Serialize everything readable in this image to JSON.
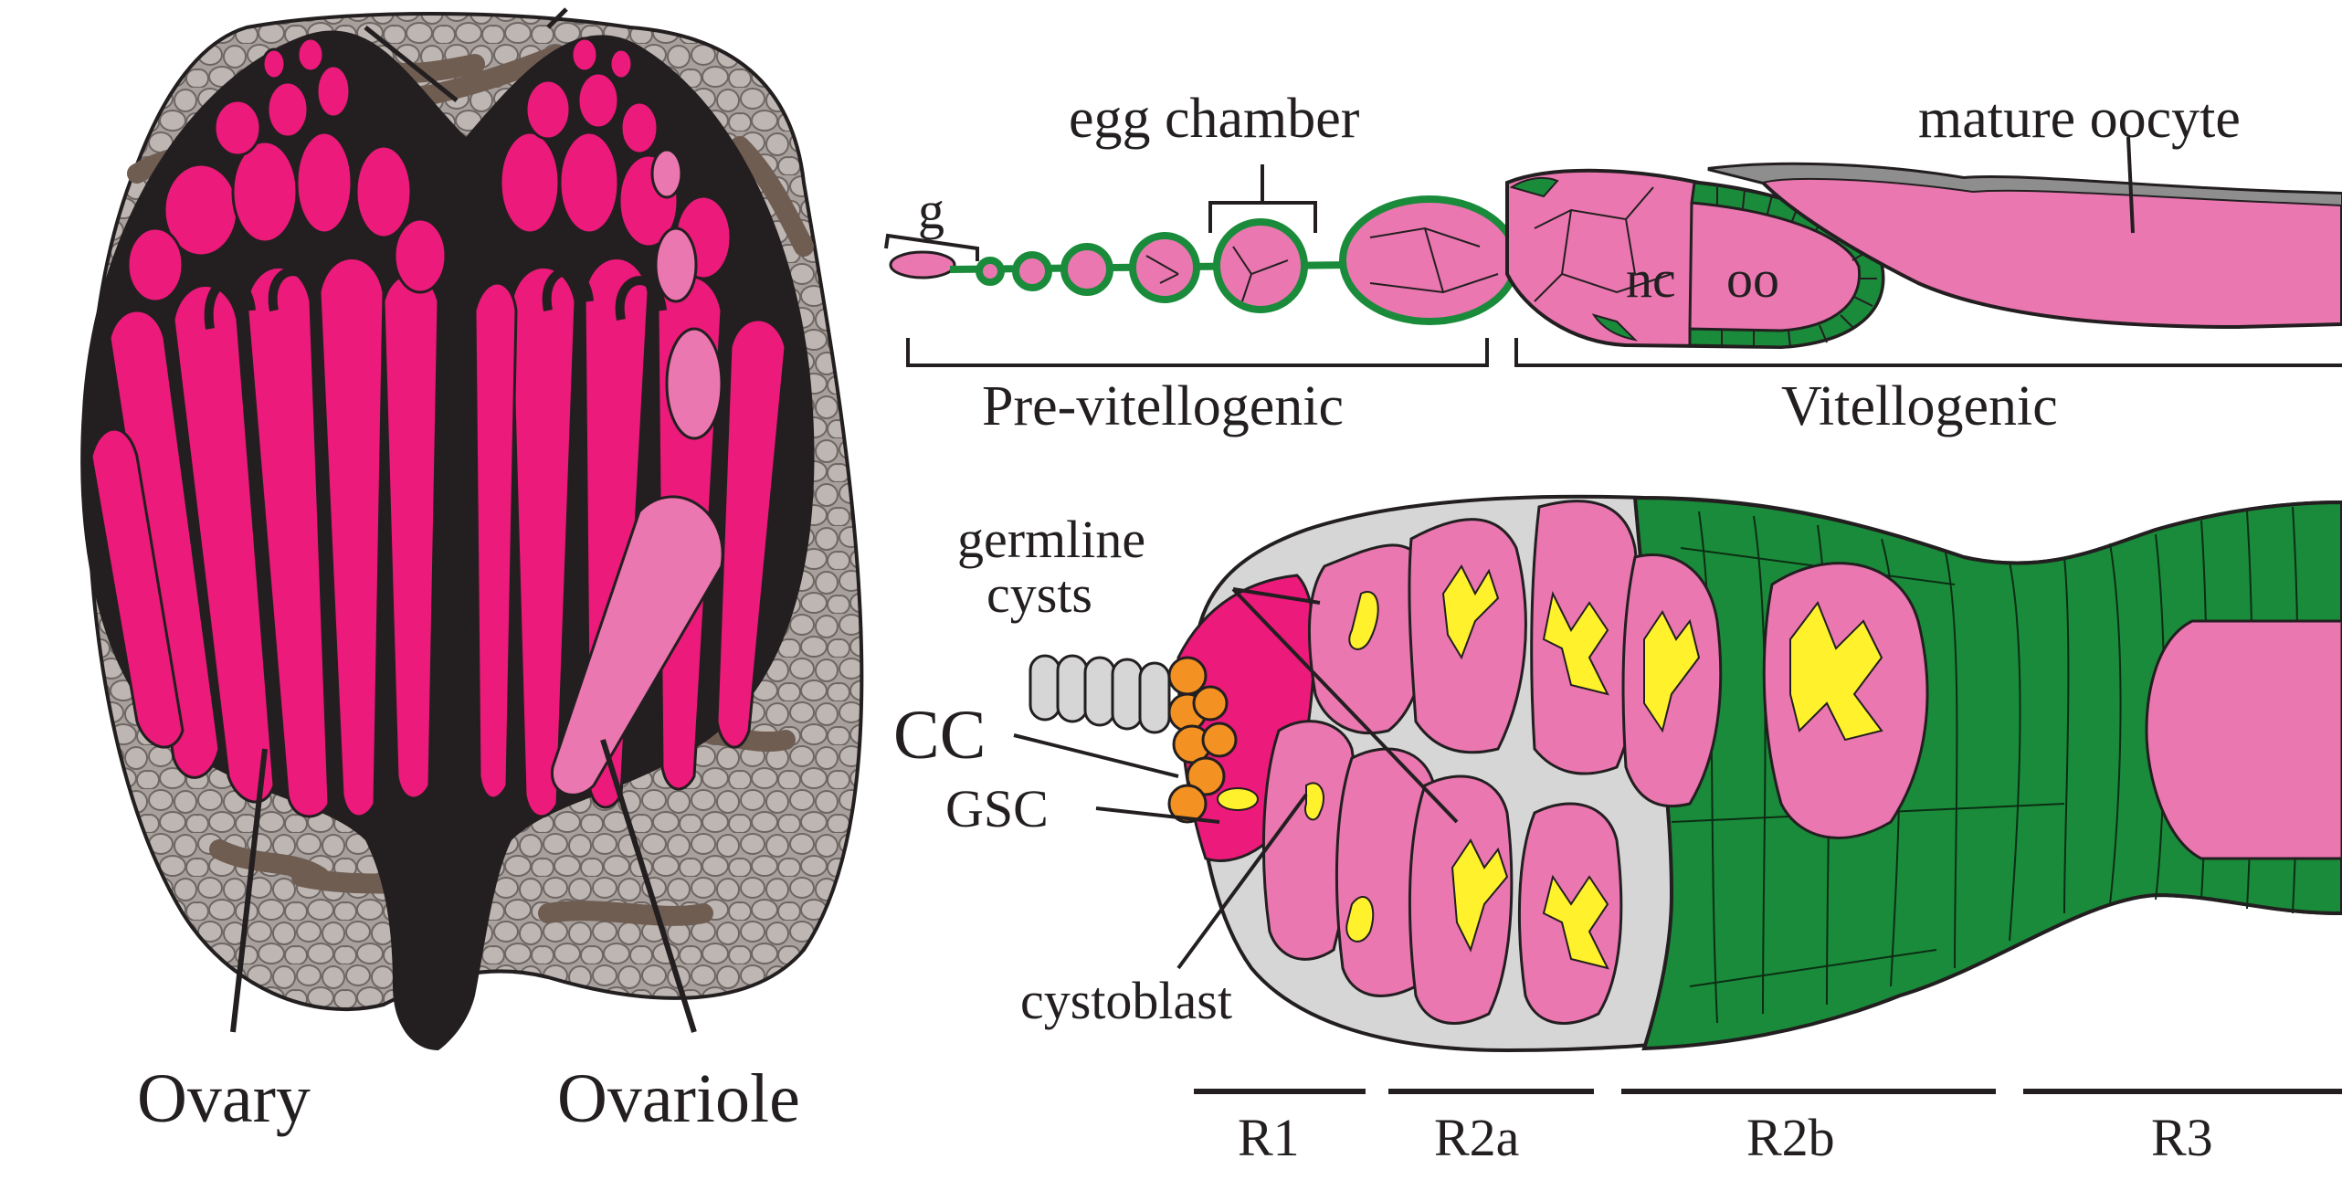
{
  "labels": {
    "ovary": "Ovary",
    "ovariole": "Ovariole",
    "egg_chamber": "egg chamber",
    "mature_oocyte": "mature oocyte",
    "g": "g",
    "nc": "nc",
    "oo": "oo",
    "pre_vitellogenic": "Pre-vitellogenic",
    "vitellogenic": "Vitellogenic",
    "germline_cysts_line1": "germline",
    "germline_cysts_line2": "cysts",
    "cc": "CC",
    "gsc": "GSC",
    "cystoblast": "cystoblast",
    "regions": [
      "R1",
      "R2a",
      "R2b",
      "R3"
    ]
  },
  "colors": {
    "magenta": "#ec1a7a",
    "pink": "#ea77b0",
    "green": "#1a8b3a",
    "yellow": "#fff22d",
    "orange": "#f39222",
    "grey_tissue": "#a8a09c",
    "brown": "#6f5d52",
    "outline": "#231f20",
    "light_grey": "#d6d6d6"
  }
}
